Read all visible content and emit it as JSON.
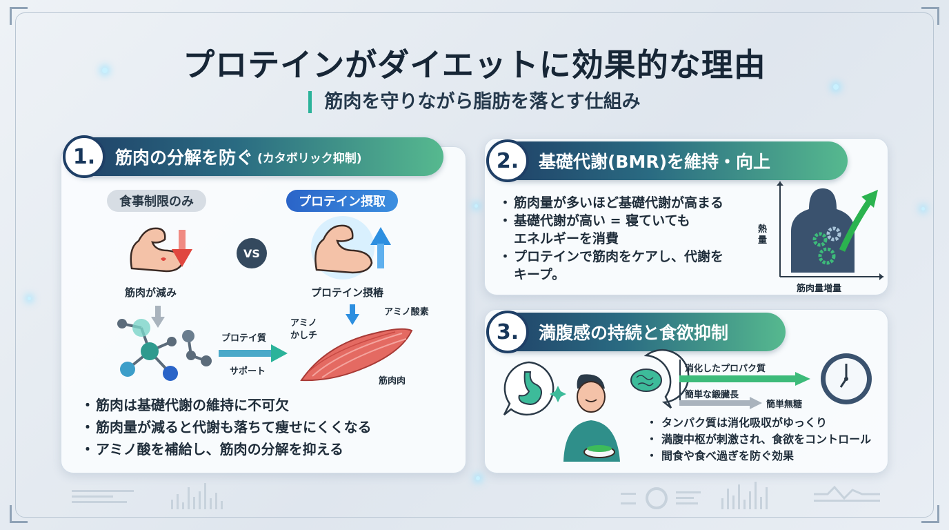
{
  "title": "プロテインがダイエットに効果的な理由",
  "subtitle": "筋肉を守りながら脂肪を落とす仕組み",
  "section1": {
    "number": "1.",
    "heading": "筋肉の分解を防ぐ",
    "heading_small": "(カタボリック抑制)",
    "tag_left": "食事制限のみ",
    "tag_right": "プロテイン摂取",
    "vs": "VS",
    "label_left": "筋肉が減み",
    "label_right": "プロテイン摂樁",
    "arrow_top": "プロテイ質",
    "arrow_bottom": "サポート",
    "label_amino1": "アミノ",
    "label_amino2": "かしチ",
    "label_amino_acid": "アミノ酸素",
    "label_muscle": "筋肉肉",
    "bullets": [
      "筋肉は基礎代謝の維持に不可欠",
      "筋肉量が減ると代謝も落ちて痩せにくくなる",
      "アミノ酸を補給し、筋肉の分解を抑える"
    ]
  },
  "section2": {
    "number": "2.",
    "heading": "基礎代謝(BMR)を維持・向上",
    "bullets": [
      "筋肉量が多いほど基礎代謝が高まる",
      "基礎代謝が高い = 寝ていても\nエネルギーを消費",
      "プロテインで筋肉をケアし、代謝を\nキープ。"
    ],
    "y_label": "熱量",
    "x_label": "筋肉量増量"
  },
  "section3": {
    "number": "3.",
    "heading": "満腹感の持続と食欲抑制",
    "bar1_label": "消化したプロパク質",
    "bar2_label": "簡単な鍛臓長",
    "bar2_end": "簡単無糖",
    "bullets": [
      "タンパク質は消化吸収がゆっくり",
      "満腹中枢が刺激され、食欲をコントロール",
      "間食や食べ過ぎを防ぐ効果"
    ]
  },
  "colors": {
    "accent_green": "#2bb39a",
    "navy": "#1f3f66",
    "arrow_red": "#e0473f",
    "arrow_blue": "#2d8fe0"
  }
}
